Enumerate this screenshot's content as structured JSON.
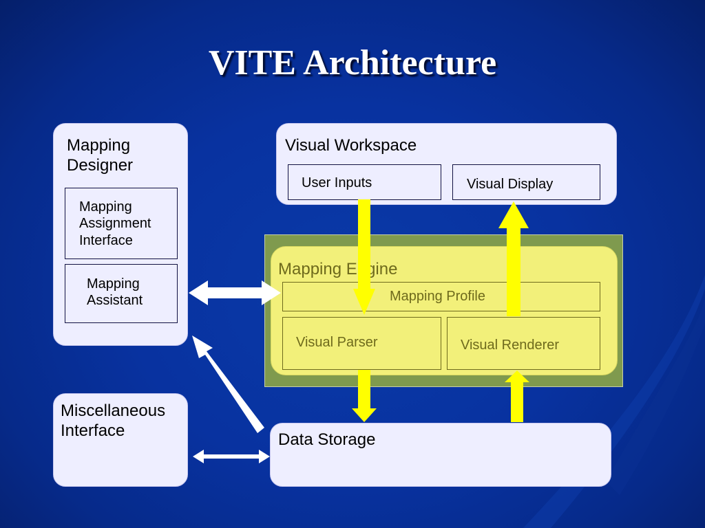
{
  "slide": {
    "title": "VITE Architecture"
  },
  "mapping_designer": {
    "title": "Mapping\nDesigner",
    "assignment_interface": "Mapping\nAssignment\nInterface",
    "assistant": "Mapping\nAssistant"
  },
  "visual_workspace": {
    "title": "Visual Workspace",
    "user_inputs": "User Inputs",
    "visual_display": "Visual Display"
  },
  "mapping_engine": {
    "title": "Mapping Engine",
    "profile": "Mapping Profile",
    "parser": "Visual Parser",
    "renderer": "Visual Renderer"
  },
  "misc_interface": {
    "title": "Miscellaneous\nInterface"
  },
  "data_storage": {
    "title": "Data Storage"
  },
  "colors": {
    "background": "#0832a0",
    "panel": "#eeeeff",
    "engine_outer": "#7f9a4e",
    "engine_inner": "#f2f07a",
    "arrow_yellow": "#ffff00",
    "arrow_white": "#ffffff"
  }
}
